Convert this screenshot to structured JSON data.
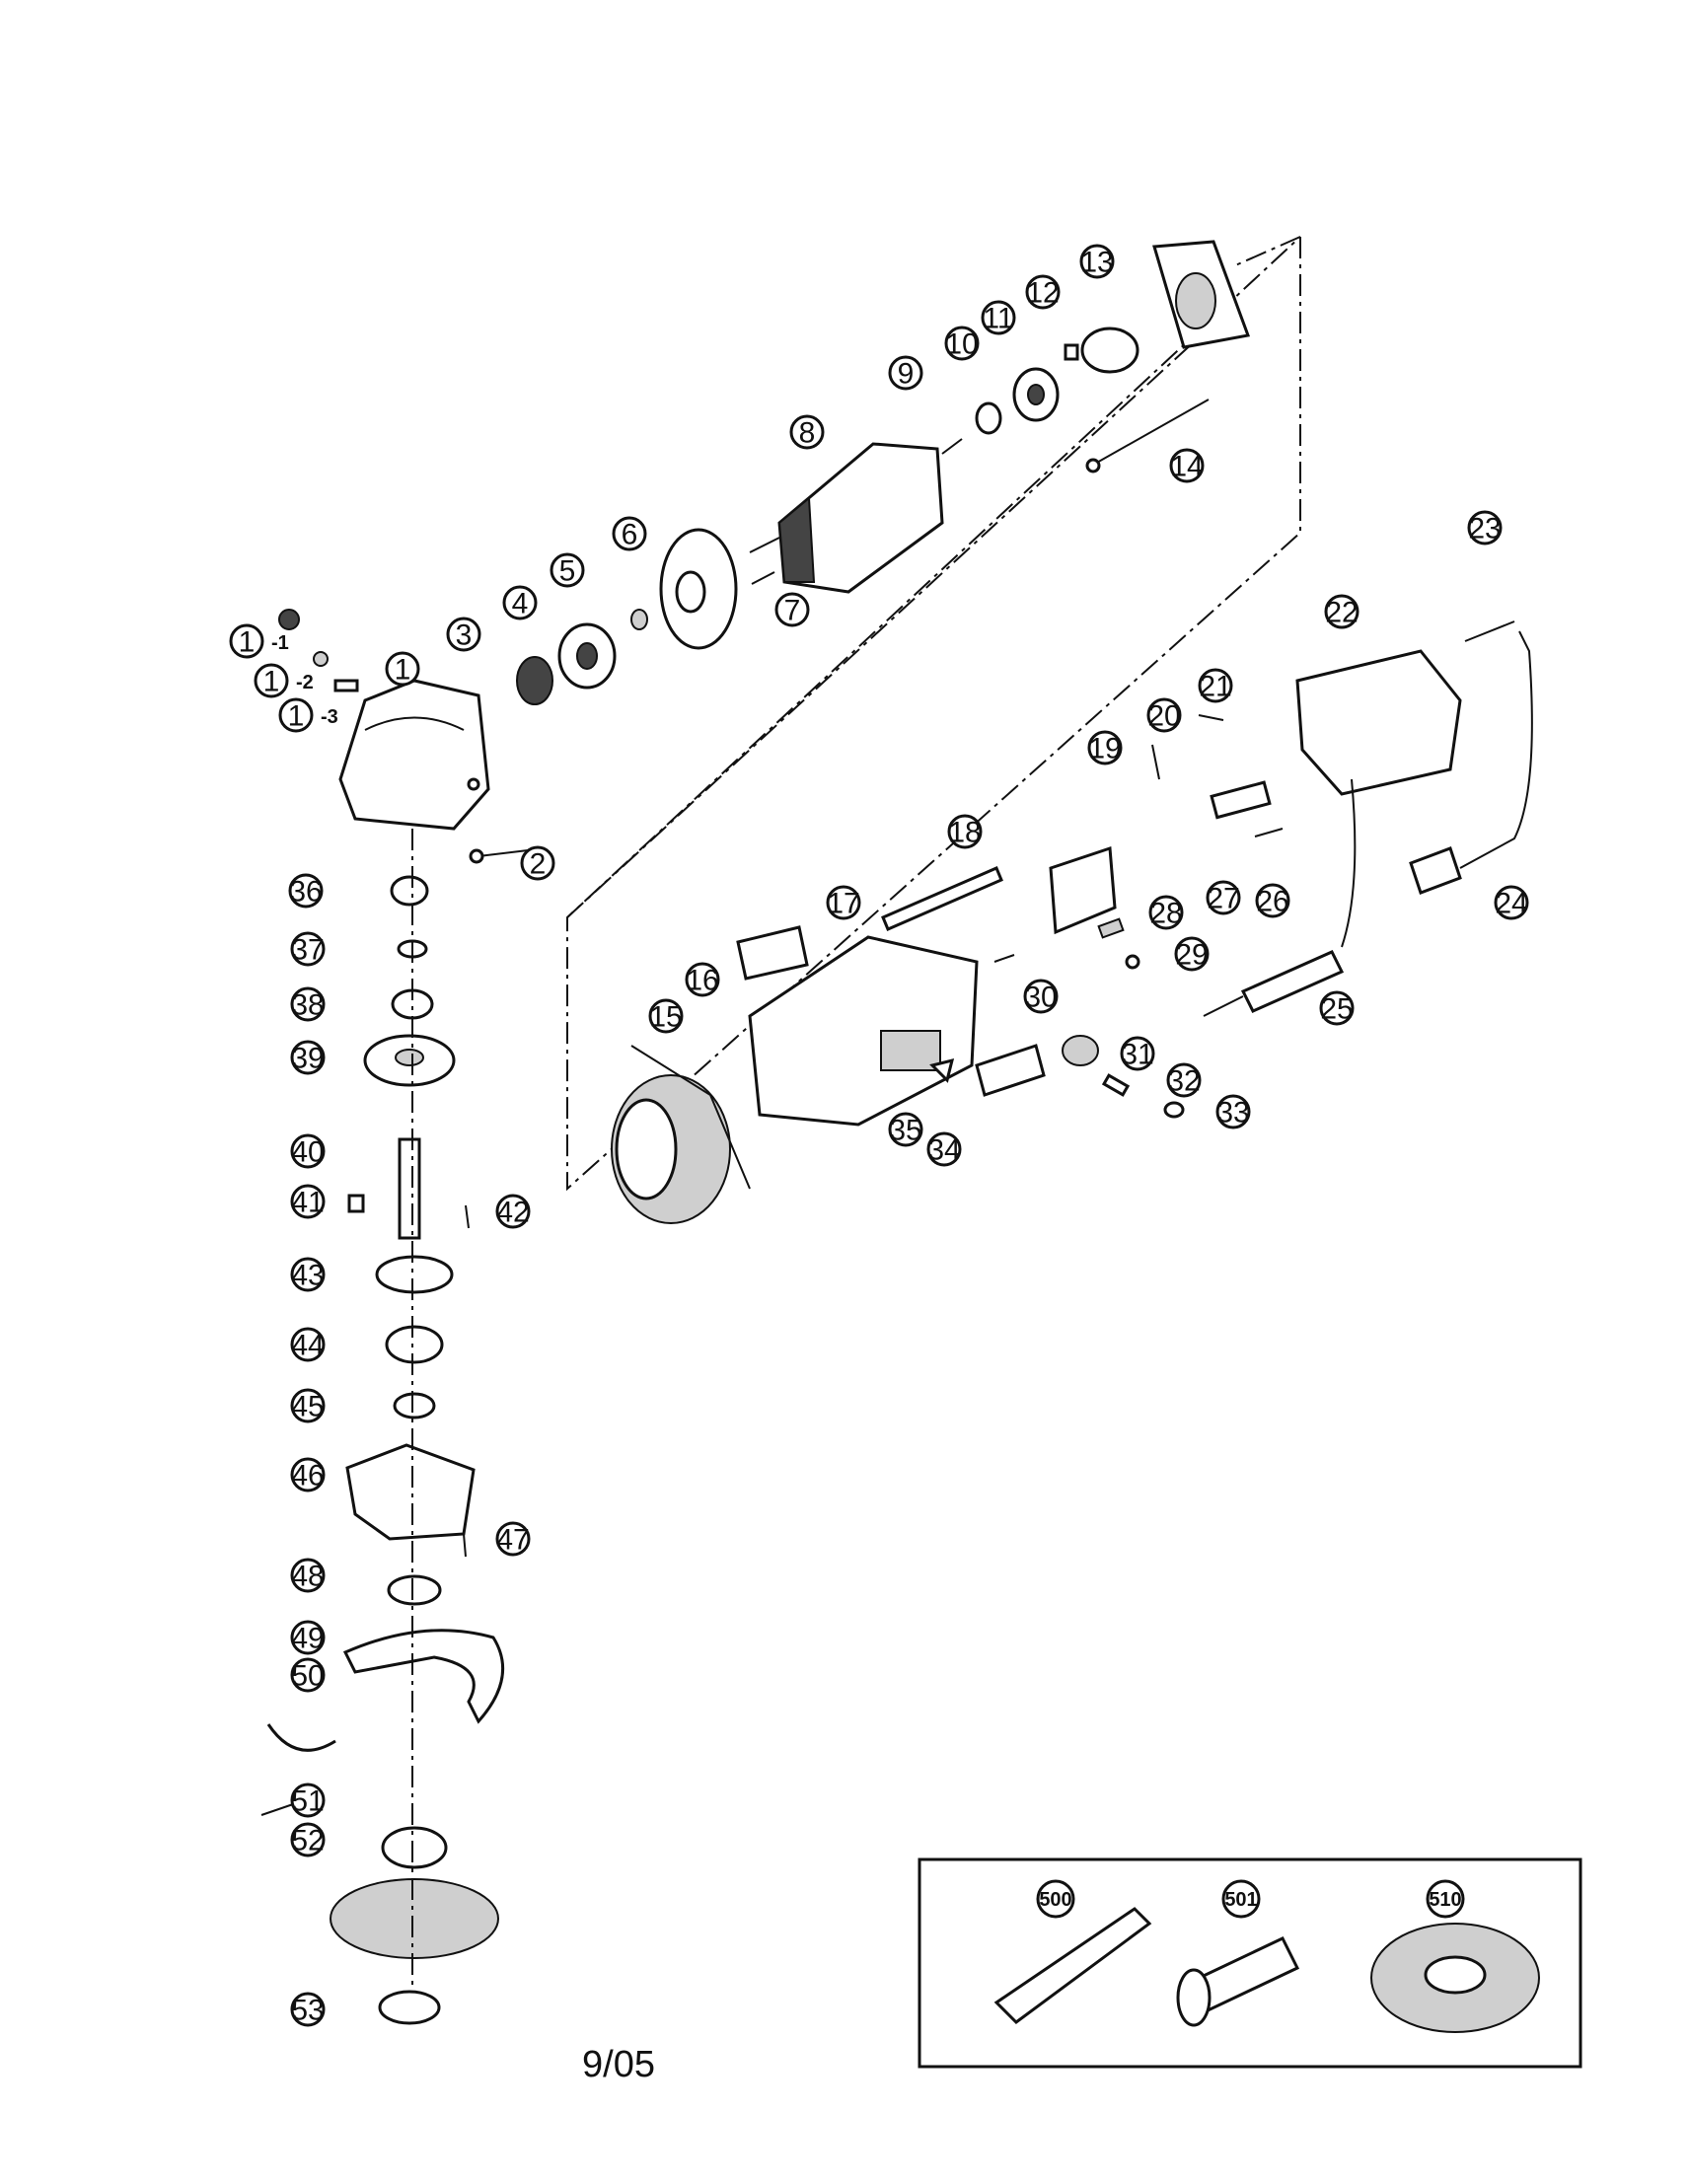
{
  "footer": {
    "date_code": "9/05"
  },
  "callouts": {
    "p1": "1",
    "p1_1": "1",
    "p1_1_sub": "-1",
    "p1_2": "1",
    "p1_2_sub": "-2",
    "p1_3": "1",
    "p1_3_sub": "-3",
    "p2": "2",
    "p3": "3",
    "p4": "4",
    "p5": "5",
    "p6": "6",
    "p7": "7",
    "p8": "8",
    "p9": "9",
    "p10": "10",
    "p11": "11",
    "p12": "12",
    "p13": "13",
    "p14": "14",
    "p15": "15",
    "p16": "16",
    "p17": "17",
    "p18": "18",
    "p19": "19",
    "p20": "20",
    "p21": "21",
    "p22": "22",
    "p23": "23",
    "p24": "24",
    "p25": "25",
    "p26": "26",
    "p27": "27",
    "p28": "28",
    "p29": "29",
    "p30": "30",
    "p31": "31",
    "p32": "32",
    "p33": "33",
    "p34": "34",
    "p35": "35",
    "p36": "36",
    "p37": "37",
    "p38": "38",
    "p39": "39",
    "p40": "40",
    "p41": "41",
    "p42": "42",
    "p43": "43",
    "p44": "44",
    "p45": "45",
    "p46": "46",
    "p47": "47",
    "p48": "48",
    "p49": "49",
    "p50": "50",
    "p51": "51",
    "p52": "52",
    "p53": "53",
    "p500": "500",
    "p501": "501",
    "p510": "510"
  }
}
